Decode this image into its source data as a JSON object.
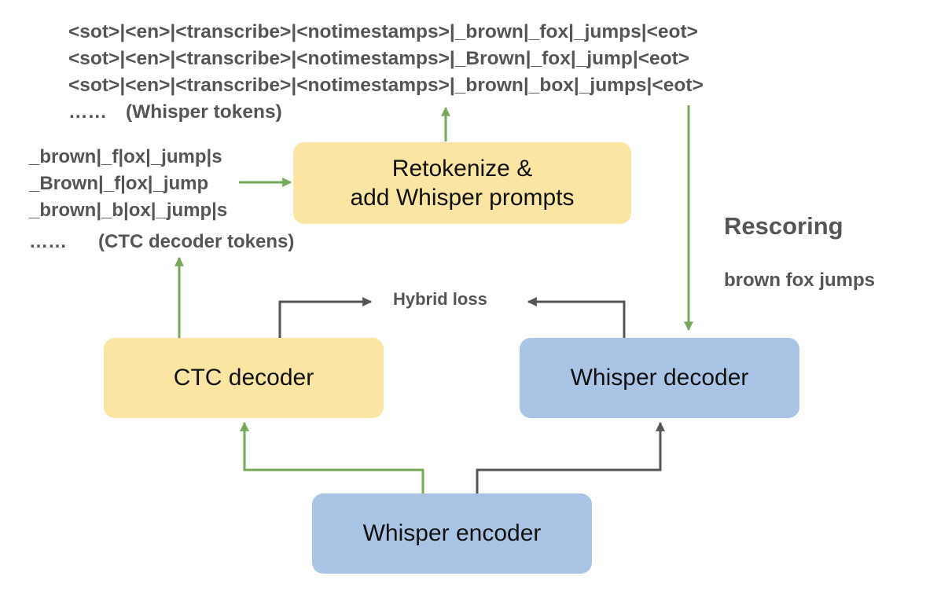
{
  "whisper_tokens": {
    "lines": [
      "<sot>|<en>|<transcribe>|<notimestamps>|_brown|_fox|_jumps|<eot>",
      "<sot>|<en>|<transcribe>|<notimestamps>|_Brown|_fox|_jump|<eot>",
      "<sot>|<en>|<transcribe>|<notimestamps>|_brown|_box|_jumps|<eot>"
    ],
    "ellipsis": "……",
    "caption": "(Whisper tokens)"
  },
  "ctc_tokens": {
    "lines": [
      "_brown|_f|ox|_jump|s",
      "_Brown|_f|ox|_jump",
      "_brown|_b|ox|_jump|s"
    ],
    "ellipsis": "……",
    "caption": "(CTC decoder tokens)"
  },
  "boxes": {
    "retokenize_line1": "Retokenize &",
    "retokenize_line2": "add Whisper prompts",
    "ctc_decoder": "CTC decoder",
    "whisper_decoder": "Whisper decoder",
    "whisper_encoder": "Whisper encoder"
  },
  "labels": {
    "hybrid_loss": "Hybrid loss",
    "rescoring": "Rescoring",
    "result": "brown fox jumps"
  },
  "colors": {
    "yellow_box": "#fae5a3",
    "blue_box": "#a9c4e5",
    "green_arrow": "#76a95a",
    "gray_arrow": "#555555"
  }
}
